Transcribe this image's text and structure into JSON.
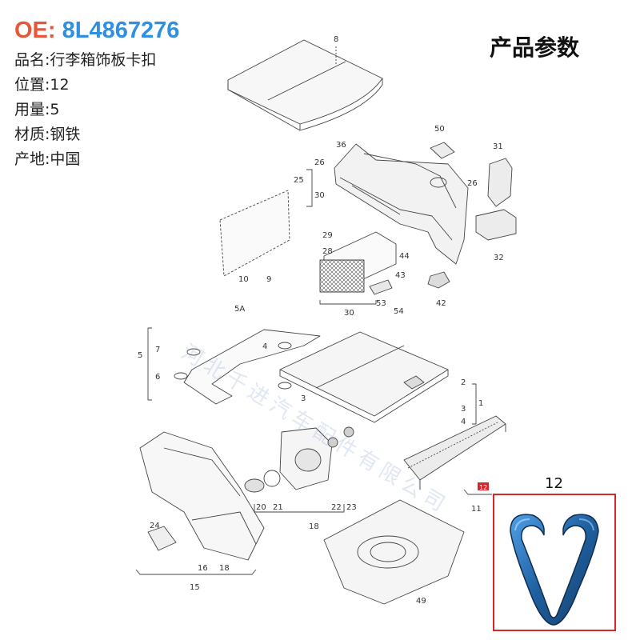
{
  "header": {
    "oe_label": "OE:",
    "oe_value": "8L4867276"
  },
  "params": [
    {
      "label": "品名:",
      "value": "行李箱饰板卡扣"
    },
    {
      "label": "位置:",
      "value": "12"
    },
    {
      "label": "用量:",
      "value": "5"
    },
    {
      "label": "材质:",
      "value": "钢铁"
    },
    {
      "label": "产地:",
      "value": "中国"
    }
  ],
  "params_title": "产品参数",
  "diagram": {
    "labels": {
      "n8": "8",
      "n50": "50",
      "n31": "31",
      "n36": "36",
      "n25": "25",
      "n26a": "26",
      "n30a": "30",
      "n26b": "26",
      "n32": "32",
      "n29": "29",
      "n28": "28",
      "n44": "44",
      "n43": "43",
      "n42": "42",
      "n53": "53",
      "n54": "54",
      "n30b": "30",
      "n10": "10",
      "n9": "9",
      "n5A": "5A",
      "n5": "5",
      "n7": "7",
      "n6": "6",
      "n4a": "4",
      "n3a": "3",
      "n2": "2",
      "n1": "1",
      "n3b": "3",
      "n4b": "4",
      "n12": "12",
      "n11": "11",
      "n20": "20",
      "n21": "21",
      "n22": "22",
      "n23": "23",
      "n18a": "18",
      "n24": "24",
      "n16": "16",
      "n18b": "18",
      "n15": "15",
      "n49": "49"
    }
  },
  "zoom": {
    "label": "12"
  },
  "watermark": "河北千进汽车配件有限公司",
  "colors": {
    "oe_label": "#e8563a",
    "oe_value": "#2f8fe0",
    "highlight": "#d9262b",
    "clip_blue": "#2a6fb5"
  }
}
